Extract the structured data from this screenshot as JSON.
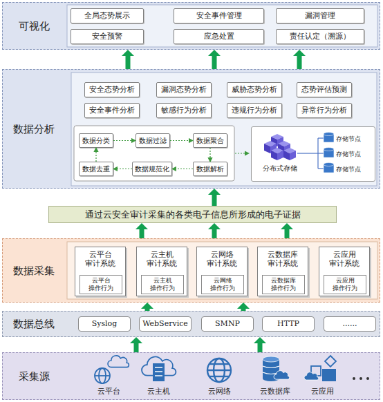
{
  "diagram": {
    "nodes": [
      {
        "text": [
          "可视化"
        ]
      },
      {
        "text": [
          "全局态势展示"
        ],
        "in": 0
      },
      {
        "text": [
          "安全事件管理"
        ],
        "in": 0
      },
      {
        "text": [
          "漏洞管理"
        ],
        "in": 0
      },
      {
        "text": [
          "安全预警"
        ],
        "in": 0
      },
      {
        "text": [
          "应急处置"
        ],
        "in": 0
      },
      {
        "text": [
          "责任认定（溯源）"
        ],
        "in": 0
      },
      {
        "text": [
          "数据分析"
        ]
      },
      {
        "text": [
          "安全态势分析"
        ],
        "in": 7
      },
      {
        "text": [
          "漏洞态势分析"
        ],
        "in": 7
      },
      {
        "text": [
          "威胁态势分析"
        ],
        "in": 7
      },
      {
        "text": [
          "态势评估预测"
        ],
        "in": 7
      },
      {
        "text": [
          "安全事件分析"
        ],
        "in": 7
      },
      {
        "text": [
          "敏感行为分析"
        ],
        "in": 7
      },
      {
        "text": [
          "违规行为分析"
        ],
        "in": 7
      },
      {
        "text": [
          "异常行为分析"
        ],
        "in": 7
      },
      {
        "text": [
          "数据分类"
        ],
        "in": 7
      },
      {
        "text": [
          "数据过滤"
        ],
        "in": 7
      },
      {
        "text": [
          "数据聚合"
        ],
        "in": 7
      },
      {
        "text": [
          "数据去重"
        ],
        "in": 7
      },
      {
        "text": [
          "数据规范化"
        ],
        "in": 7
      },
      {
        "text": [
          "数据解析"
        ],
        "in": 7
      },
      {
        "text": [
          "分布式存储"
        ],
        "in": 7
      },
      {
        "text": [
          "通过云安全审计采集的各类电子信息所形成的电子证据"
        ]
      },
      {
        "text": [
          "数据采集"
        ]
      },
      {
        "text": [
          "云平台 审计系统"
        ],
        "in": 24
      },
      {
        "text": [
          "云平台 操作行为"
        ],
        "in": 25
      },
      {
        "text": [
          "云主机 审计系统"
        ],
        "in": 24
      },
      {
        "text": [
          "云主机 操作行为"
        ],
        "in": 27
      },
      {
        "text": [
          "云网络 审计系统"
        ],
        "in": 24
      },
      {
        "text": [
          "云网络 操作行为"
        ],
        "in": 29
      },
      {
        "text": [
          "云数据库 审计系统"
        ],
        "in": 24
      },
      {
        "text": [
          "云数据库 操作行为"
        ],
        "in": 31
      },
      {
        "text": [
          "云应用 审计系统"
        ],
        "in": 24
      },
      {
        "text": [
          "云应用 操作行为"
        ],
        "in": 33
      },
      {
        "text": [
          "数据总线"
        ]
      },
      {
        "text": [
          "Syslog"
        ],
        "in": 35
      },
      {
        "text": [
          "WebService"
        ],
        "in": 35
      },
      {
        "text": [
          "SMNP"
        ],
        "in": 35
      },
      {
        "text": [
          "HTTP"
        ],
        "in": 35
      },
      {
        "text": [
          "......"
        ],
        "in": 35
      },
      {
        "text": [
          "采集源"
        ]
      }
    ],
    "edges": [
      {
        "from": 7,
        "to": 0,
        "arrow": "to"
      },
      {
        "from": 7,
        "to": 0,
        "arrow": "to"
      },
      {
        "from": 7,
        "to": 0,
        "arrow": "to"
      },
      {
        "from": 23,
        "to": 7,
        "arrow": "to"
      },
      {
        "from": 24,
        "to": 23,
        "arrow": "to"
      },
      {
        "from": 24,
        "to": 23,
        "arrow": "to"
      },
      {
        "from": 24,
        "to": 23,
        "arrow": "to"
      },
      {
        "from": 35,
        "to": 24,
        "arrow": "to"
      },
      {
        "from": 35,
        "to": 24,
        "arrow": "to"
      },
      {
        "from": 41,
        "to": 35,
        "arrow": "to"
      },
      {
        "from": 41,
        "to": 35,
        "arrow": "to"
      },
      {
        "from": 16,
        "to": 17,
        "arrow": "to"
      },
      {
        "from": 17,
        "to": 18,
        "arrow": "to"
      },
      {
        "from": 18,
        "to": 21,
        "arrow": "to"
      },
      {
        "from": 21,
        "to": 20,
        "arrow": "to"
      },
      {
        "from": 20,
        "to": 19,
        "arrow": "to"
      },
      {
        "from": 19,
        "to": 16,
        "arrow": "to"
      }
    ],
    "labels": [
      "存储节点",
      "存储节点",
      "存储节点",
      "云平台",
      "云主机",
      "云网络",
      "云数据库",
      "云应用"
    ]
  }
}
